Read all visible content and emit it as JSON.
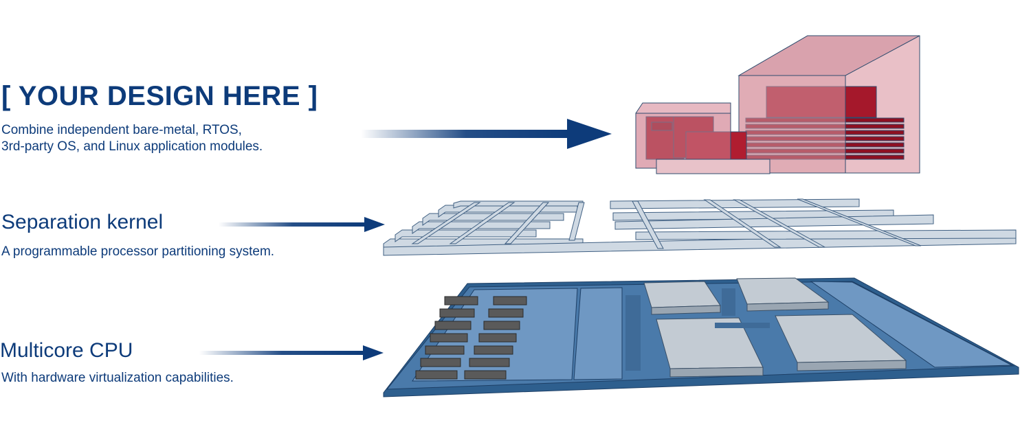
{
  "layers": {
    "design": {
      "title": "[ YOUR DESIGN HERE ]",
      "line1": "Combine independent bare-metal, RTOS,",
      "line2": "3rd-party OS, and Linux application modules."
    },
    "kernel": {
      "title": "Separation kernel",
      "desc": "A programmable processor partitioning system."
    },
    "cpu": {
      "title": "Multicore CPU",
      "desc": "With hardware virtualization capabilities."
    }
  },
  "colors": {
    "text": "#0d3b7a",
    "arrow": "#0d3b7a",
    "partition_fill": "#d89aa6",
    "module_fill": "#a5182b",
    "kernel_fill": "#cfd9e3",
    "chip_base": "#2e5f8e",
    "chip_lane": "#6f98c3",
    "chip_block": "#c3cbd3",
    "chip_cell": "#5a5a5a"
  }
}
